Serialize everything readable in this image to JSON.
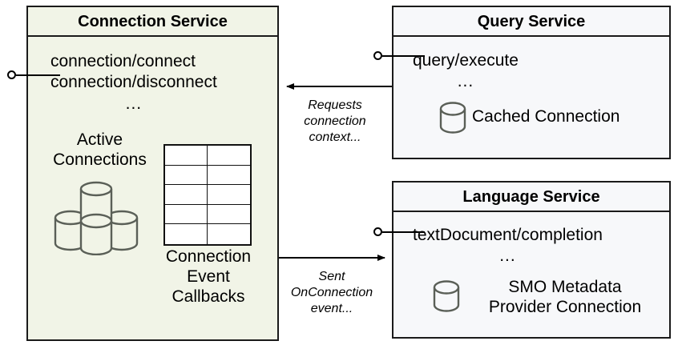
{
  "diagram": {
    "title": "Connection Service interaction diagram",
    "colors": {
      "green_fill": "#f1f4e7",
      "grey_fill": "#f7f8fa",
      "stroke": "#1a1a1a",
      "icon_stroke": "#5a5f57",
      "text": "#000000"
    }
  },
  "components": [
    {
      "id": "connection-service",
      "title": "Connection Service",
      "operations": [
        "connection/connect",
        "connection/disconnect"
      ],
      "ellipsis": "...",
      "artifacts": [
        {
          "id": "active-connections",
          "label": "Active\nConnections",
          "label_line1": "Active",
          "label_line2": "Connections",
          "icon": "multi-cylinder-icon",
          "cylinder_count": 4
        },
        {
          "id": "connection-event-callbacks",
          "label_line1": "Connection",
          "label_line2": "Event",
          "label_line3": "Callbacks",
          "icon": "table-icon",
          "rows": 5,
          "cols": 2
        }
      ]
    },
    {
      "id": "query-service",
      "title": "Query Service",
      "operations": [
        "query/execute"
      ],
      "ellipsis": "...",
      "artifacts": [
        {
          "id": "cached-connection",
          "label_line1": "Cached Connection",
          "icon": "cylinder-icon"
        }
      ]
    },
    {
      "id": "language-service",
      "title": "Language Service",
      "operations": [
        "textDocument/completion"
      ],
      "ellipsis": "...",
      "artifacts": [
        {
          "id": "smo-metadata-provider-connection",
          "label_line1": "SMO Metadata",
          "label_line2": "Provider Connection",
          "icon": "cylinder-icon"
        }
      ]
    }
  ],
  "connectors": [
    {
      "id": "query-to-connection",
      "from": "query-service",
      "to": "connection-service",
      "label_line1": "Requests",
      "label_line2": "connection",
      "label_line3": "context...",
      "direction": "right-to-left"
    },
    {
      "id": "connection-to-language",
      "from": "connection-service",
      "to": "language-service",
      "label_line1": "Sent",
      "label_line2": "OnConnection",
      "label_line3": "event...",
      "direction": "left-to-right"
    }
  ],
  "interfaces": [
    {
      "id": "connection-service-interface",
      "type": "provided-interface-lollipop"
    },
    {
      "id": "query-service-interface",
      "type": "provided-interface-lollipop"
    },
    {
      "id": "language-service-interface",
      "type": "provided-interface-lollipop"
    }
  ]
}
